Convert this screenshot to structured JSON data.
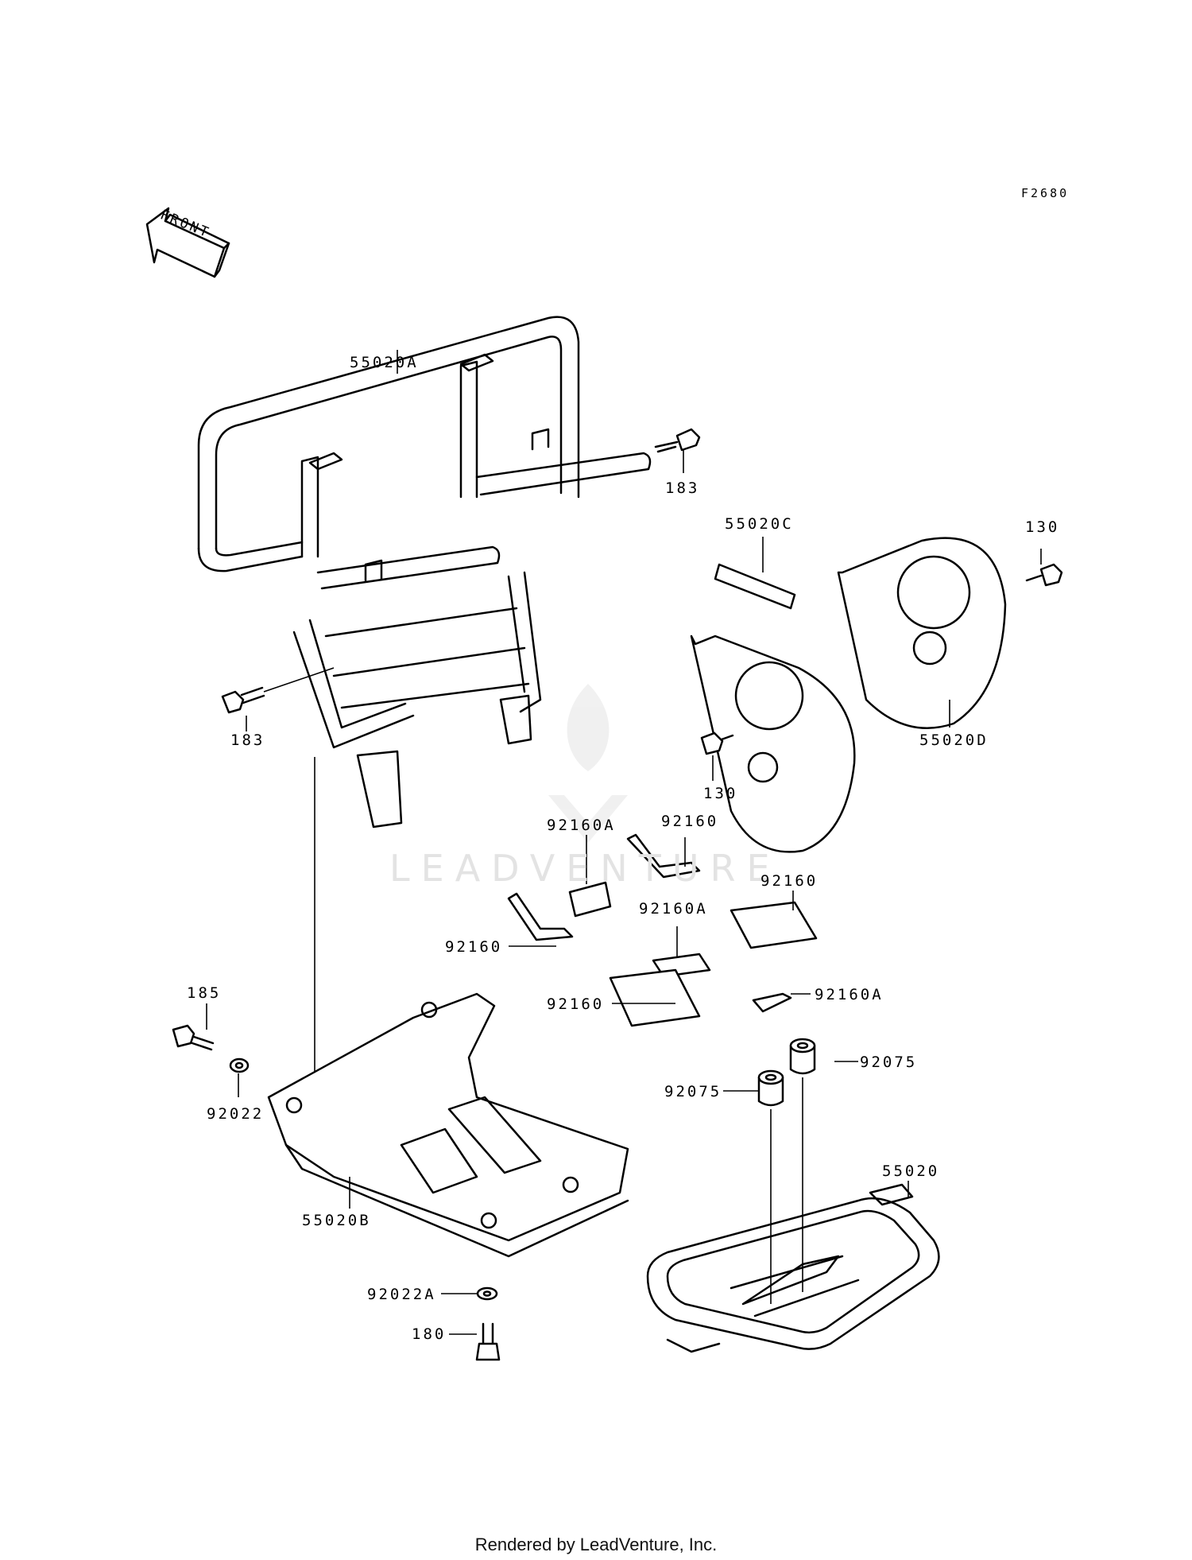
{
  "figure_code": "F2680",
  "front_label": "FRONT",
  "watermark": "LEADVENTURE",
  "footer": "Rendered by LeadVenture, Inc.",
  "parts": [
    {
      "id": "p55020A",
      "label": "55020A"
    },
    {
      "id": "p183a",
      "label": "183"
    },
    {
      "id": "p183b",
      "label": "183"
    },
    {
      "id": "p55020C",
      "label": "55020C"
    },
    {
      "id": "p130a",
      "label": "130"
    },
    {
      "id": "p130b",
      "label": "130"
    },
    {
      "id": "p55020D",
      "label": "55020D"
    },
    {
      "id": "p92160A_1",
      "label": "92160A"
    },
    {
      "id": "p92160_1",
      "label": "92160"
    },
    {
      "id": "p92160_2",
      "label": "92160"
    },
    {
      "id": "p92160A_2",
      "label": "92160A"
    },
    {
      "id": "p92160_3",
      "label": "92160"
    },
    {
      "id": "p92160_4",
      "label": "92160"
    },
    {
      "id": "p92160A_3",
      "label": "92160A"
    },
    {
      "id": "p185",
      "label": "185"
    },
    {
      "id": "p92022",
      "label": "92022"
    },
    {
      "id": "p55020B",
      "label": "55020B"
    },
    {
      "id": "p92075a",
      "label": "92075"
    },
    {
      "id": "p92075b",
      "label": "92075"
    },
    {
      "id": "p55020",
      "label": "55020"
    },
    {
      "id": "p92022A",
      "label": "92022A"
    },
    {
      "id": "p180",
      "label": "180"
    }
  ]
}
